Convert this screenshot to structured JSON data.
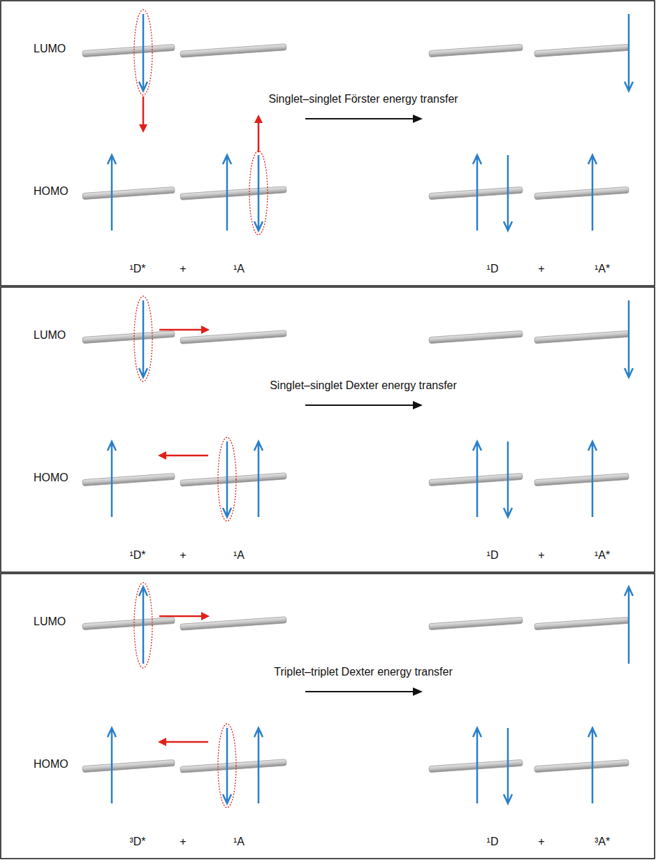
{
  "diagram": {
    "labels": [
      "LUMO",
      "HOMO",
      "Singlet–singlet Förster energy transfer",
      "¹D*",
      "+",
      "¹A",
      "¹D",
      "+",
      "¹A*",
      "LUMO",
      "HOMO",
      "Singlet–singlet Dexter energy transfer",
      "¹D*",
      "+",
      "¹A",
      "¹D",
      "+",
      "¹A*",
      "LUMO",
      "HOMO",
      "Triplet–triplet Dexter energy transfer",
      "³D*",
      "+",
      "¹A",
      "¹D",
      "+",
      "³A*"
    ]
  }
}
